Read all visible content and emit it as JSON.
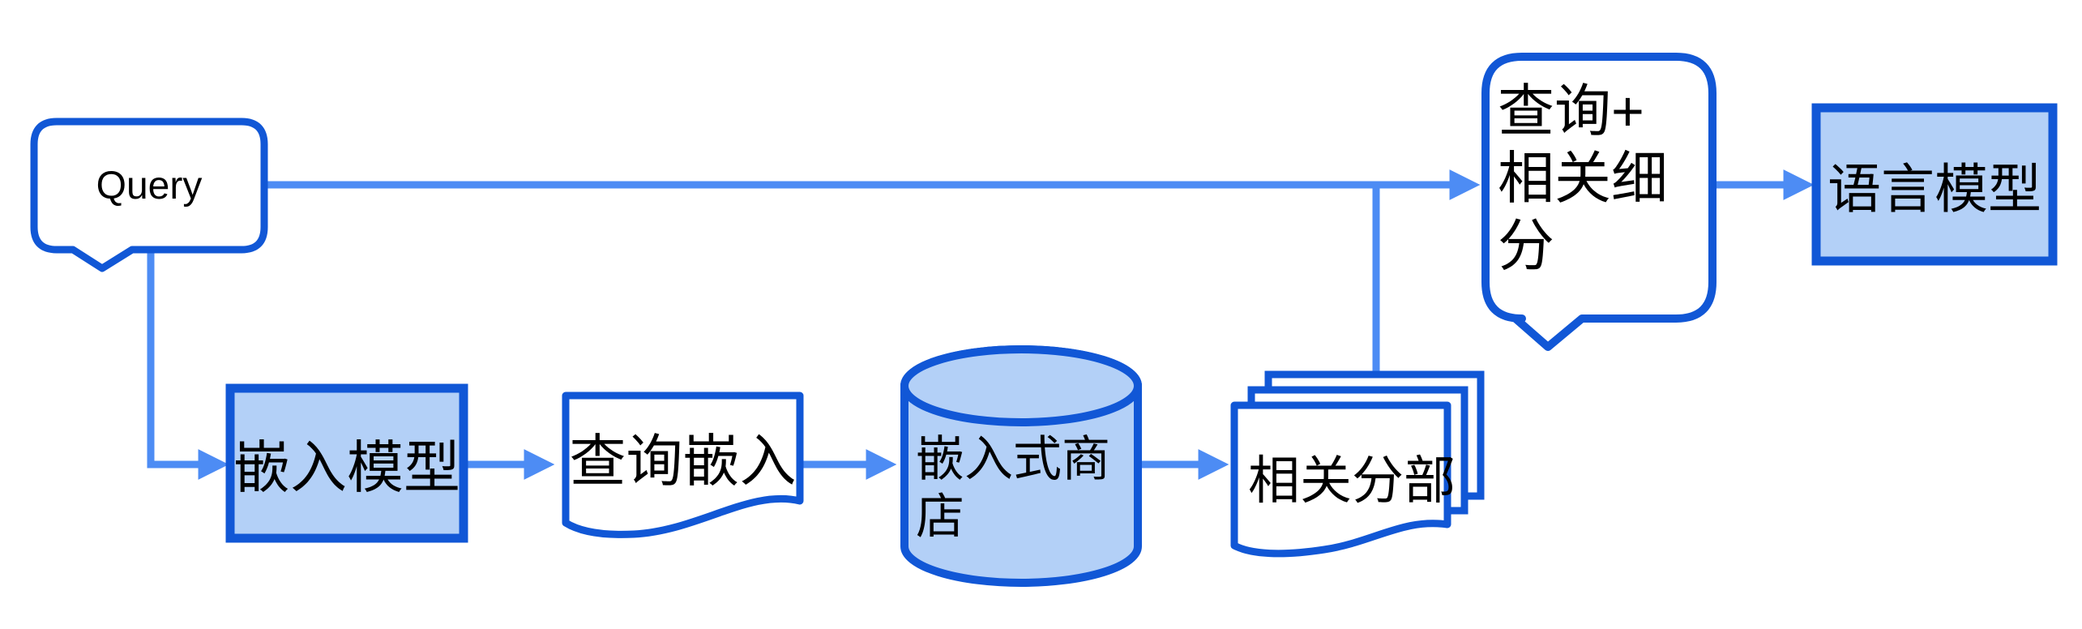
{
  "diagram_type": "flowchart",
  "colors": {
    "background": "#ffffff",
    "shape_border": "#1157d6",
    "shape_fill": "#b3d0f7",
    "white_fill": "#ffffff",
    "arrow": "#4d8cf4",
    "text": "#000000"
  },
  "nodes": {
    "query": {
      "label": "Query",
      "shape": "speech-bubble"
    },
    "embedding_model": {
      "label": "嵌入模型",
      "shape": "rectangle"
    },
    "query_embedding": {
      "label": "查询嵌入",
      "shape": "document"
    },
    "vector_store": {
      "label": "嵌入式商店",
      "lines": [
        "嵌入式商",
        "店"
      ],
      "shape": "cylinder"
    },
    "relevant_sections": {
      "label": "相关分部",
      "shape": "multi-document"
    },
    "query_plus_segments": {
      "label": "查询+相关细分",
      "lines": [
        "查询+",
        "相关细",
        "分"
      ],
      "shape": "speech-bubble"
    },
    "language_model": {
      "label": "语言模型",
      "shape": "rectangle"
    }
  },
  "edges": [
    {
      "from": "query",
      "to": "query_plus_segments"
    },
    {
      "from": "query",
      "to": "embedding_model"
    },
    {
      "from": "embedding_model",
      "to": "query_embedding"
    },
    {
      "from": "query_embedding",
      "to": "vector_store"
    },
    {
      "from": "vector_store",
      "to": "relevant_sections"
    },
    {
      "from": "relevant_sections",
      "to": "query_plus_segments"
    },
    {
      "from": "query_plus_segments",
      "to": "language_model"
    }
  ]
}
